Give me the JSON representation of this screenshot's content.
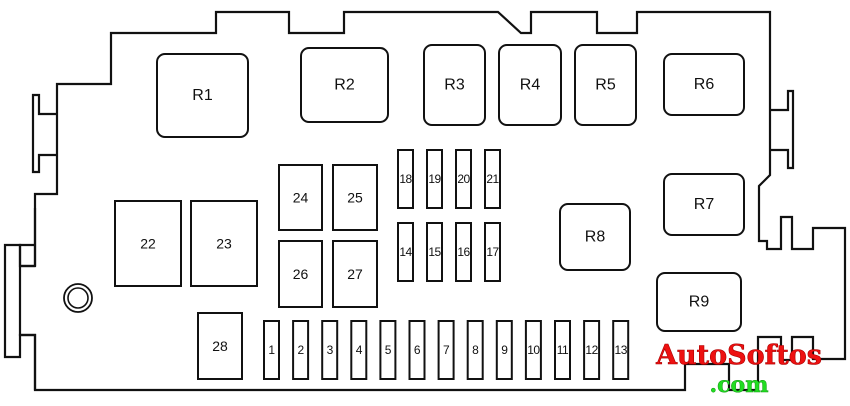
{
  "diagram": {
    "title": "Fuse box layout",
    "relays": [
      {
        "id": "R1",
        "label": "R1"
      },
      {
        "id": "R2",
        "label": "R2"
      },
      {
        "id": "R3",
        "label": "R3"
      },
      {
        "id": "R4",
        "label": "R4"
      },
      {
        "id": "R5",
        "label": "R5"
      },
      {
        "id": "R6",
        "label": "R6"
      },
      {
        "id": "R7",
        "label": "R7"
      },
      {
        "id": "R8",
        "label": "R8"
      },
      {
        "id": "R9",
        "label": "R9"
      }
    ],
    "large_fuses": [
      {
        "id": "22",
        "label": "22"
      },
      {
        "id": "23",
        "label": "23"
      },
      {
        "id": "24",
        "label": "24"
      },
      {
        "id": "25",
        "label": "25"
      },
      {
        "id": "26",
        "label": "26"
      },
      {
        "id": "27",
        "label": "27"
      },
      {
        "id": "28",
        "label": "28"
      }
    ],
    "mini_fuses_upper": [
      {
        "id": "18",
        "label": "18"
      },
      {
        "id": "19",
        "label": "19"
      },
      {
        "id": "20",
        "label": "20"
      },
      {
        "id": "21",
        "label": "21"
      }
    ],
    "mini_fuses_middle": [
      {
        "id": "14",
        "label": "14"
      },
      {
        "id": "15",
        "label": "15"
      },
      {
        "id": "16",
        "label": "16"
      },
      {
        "id": "17",
        "label": "17"
      }
    ],
    "mini_fuses_bottom": [
      {
        "id": "1",
        "label": "1"
      },
      {
        "id": "2",
        "label": "2"
      },
      {
        "id": "3",
        "label": "3"
      },
      {
        "id": "4",
        "label": "4"
      },
      {
        "id": "5",
        "label": "5"
      },
      {
        "id": "6",
        "label": "6"
      },
      {
        "id": "7",
        "label": "7"
      },
      {
        "id": "8",
        "label": "8"
      },
      {
        "id": "9",
        "label": "9"
      },
      {
        "id": "10",
        "label": "10"
      },
      {
        "id": "11",
        "label": "11"
      },
      {
        "id": "12",
        "label": "12"
      },
      {
        "id": "13",
        "label": "13"
      }
    ]
  },
  "watermark": {
    "line1": "AutoSoftos",
    "line2": ".com",
    "color1": "#ee1111",
    "color2": "#22dd22"
  }
}
